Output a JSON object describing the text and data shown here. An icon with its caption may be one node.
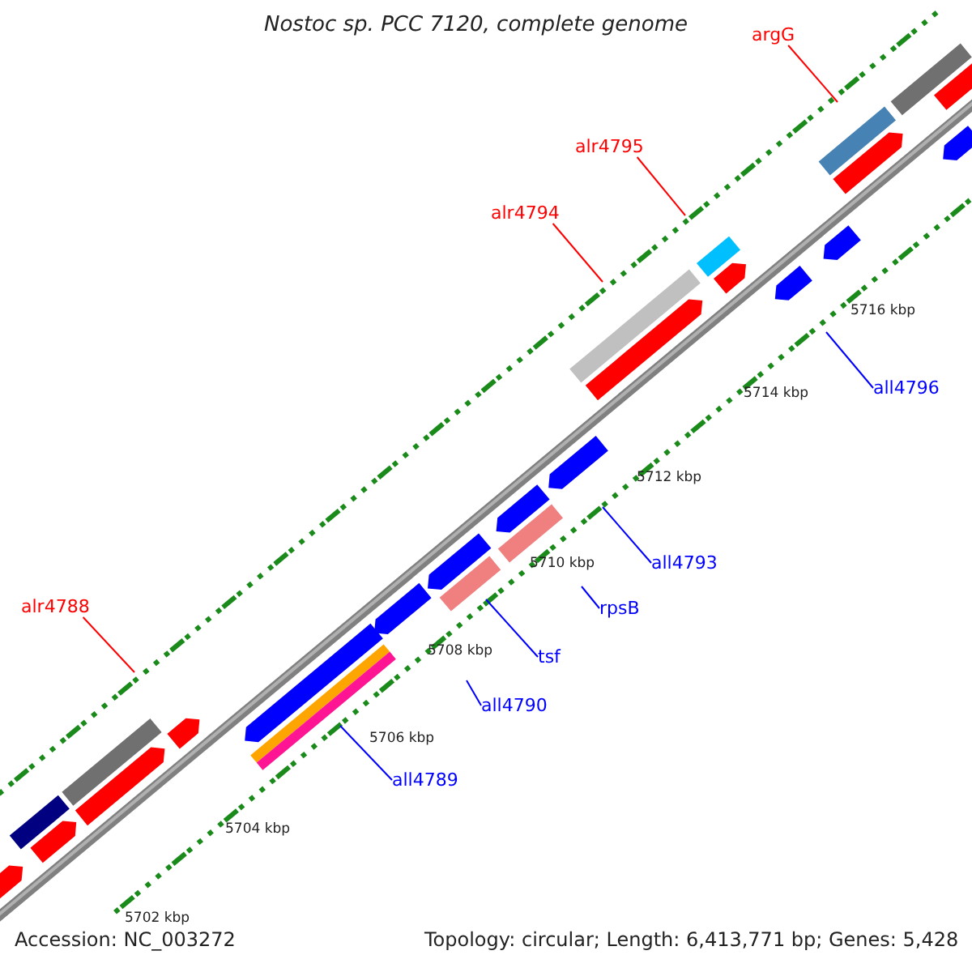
{
  "diagram": {
    "title": "Nostoc sp. PCC 7120, complete genome",
    "nodes": [
      {
        "text": [
          "argG"
        ]
      },
      {
        "text": [
          "alr4795"
        ]
      },
      {
        "text": [
          "alr4794"
        ]
      },
      {
        "text": [
          "all4796"
        ]
      },
      {
        "text": [
          "all4793"
        ]
      },
      {
        "text": [
          "rpsB"
        ]
      },
      {
        "text": [
          "tsf"
        ]
      },
      {
        "text": [
          "alr4788"
        ]
      },
      {
        "text": [
          "all4790"
        ]
      },
      {
        "text": [
          "all4789"
        ]
      }
    ],
    "edges": [
      {
        "from": 0,
        "to": null,
        "arrow": "none",
        "color": "#ff0000"
      },
      {
        "from": 1,
        "to": null,
        "arrow": "none",
        "color": "#ff0000"
      },
      {
        "from": 2,
        "to": null,
        "arrow": "none",
        "color": "#ff0000"
      },
      {
        "from": 3,
        "to": null,
        "arrow": "none"
      },
      {
        "from": 4,
        "to": null,
        "arrow": "none"
      },
      {
        "from": 5,
        "to": null,
        "arrow": "none"
      },
      {
        "from": 6,
        "to": null,
        "arrow": "none"
      },
      {
        "from": 7,
        "to": null,
        "arrow": "none",
        "color": "#ff0000"
      },
      {
        "from": 8,
        "to": null,
        "arrow": "none"
      },
      {
        "from": 9,
        "to": null,
        "arrow": "none"
      }
    ],
    "labels": [
      "5716 kbp",
      "5714 kbp",
      "5712 kbp",
      "5710 kbp",
      "5708 kbp",
      "5706 kbp",
      "5704 kbp",
      "5702 kbp",
      "Accession: NC_003272",
      "Topology: circular; Length: 6,413,771 bp; Genes: 5,428"
    ]
  }
}
